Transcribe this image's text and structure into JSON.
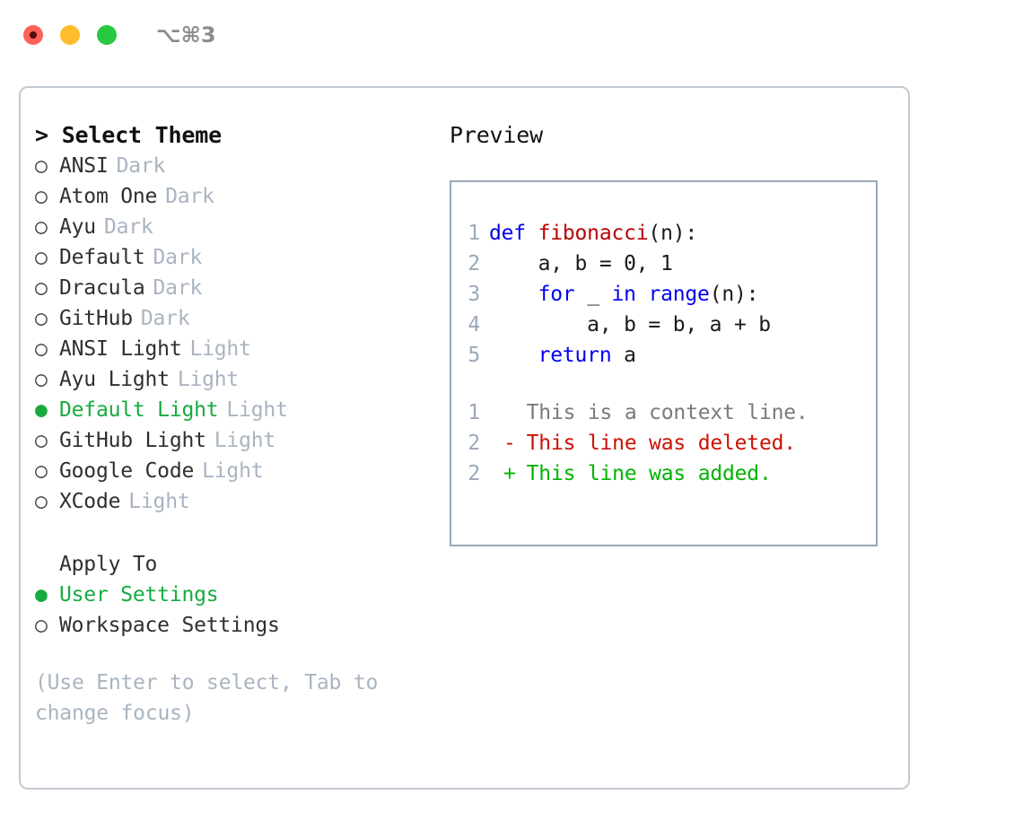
{
  "titlebar": {
    "shortcut": "⌥⌘3",
    "buttons": {
      "close": "close",
      "minimize": "minimize",
      "maximize": "maximize"
    }
  },
  "theme_panel": {
    "header": "> Select Theme",
    "themes": [
      {
        "marker": "○",
        "name": "ANSI",
        "tag": "Dark",
        "selected": false
      },
      {
        "marker": "○",
        "name": "Atom One",
        "tag": "Dark",
        "selected": false
      },
      {
        "marker": "○",
        "name": "Ayu",
        "tag": "Dark",
        "selected": false
      },
      {
        "marker": "○",
        "name": "Default",
        "tag": "Dark",
        "selected": false
      },
      {
        "marker": "○",
        "name": "Dracula",
        "tag": "Dark",
        "selected": false
      },
      {
        "marker": "○",
        "name": "GitHub",
        "tag": "Dark",
        "selected": false
      },
      {
        "marker": "○",
        "name": "ANSI Light",
        "tag": "Light",
        "selected": false
      },
      {
        "marker": "○",
        "name": "Ayu Light",
        "tag": "Light",
        "selected": false
      },
      {
        "marker": "●",
        "name": "Default Light",
        "tag": "Light",
        "selected": true
      },
      {
        "marker": "○",
        "name": "GitHub Light",
        "tag": "Light",
        "selected": false
      },
      {
        "marker": "○",
        "name": "Google Code",
        "tag": "Light",
        "selected": false
      },
      {
        "marker": "○",
        "name": "XCode",
        "tag": "Light",
        "selected": false
      }
    ],
    "apply_to_header": "Apply To",
    "apply_to_options": [
      {
        "marker": "●",
        "name": "User Settings",
        "selected": true
      },
      {
        "marker": "○",
        "name": "Workspace Settings",
        "selected": false
      }
    ],
    "hint": "(Use Enter to select, Tab to change focus)"
  },
  "preview_panel": {
    "title": "Preview",
    "code_lines": [
      {
        "num": "1",
        "tokens": [
          {
            "t": "def ",
            "k": "kw"
          },
          {
            "t": "fibonacci",
            "k": "fn"
          },
          {
            "t": "(n):",
            "k": "pl"
          }
        ]
      },
      {
        "num": "2",
        "tokens": [
          {
            "t": "    a, b = 0, 1",
            "k": "pl"
          }
        ]
      },
      {
        "num": "3",
        "tokens": [
          {
            "t": "    ",
            "k": "pl"
          },
          {
            "t": "for",
            "k": "kw"
          },
          {
            "t": " _ ",
            "k": "pl"
          },
          {
            "t": "in",
            "k": "kw"
          },
          {
            "t": " ",
            "k": "pl"
          },
          {
            "t": "range",
            "k": "bi"
          },
          {
            "t": "(n):",
            "k": "pl"
          }
        ]
      },
      {
        "num": "4",
        "tokens": [
          {
            "t": "        a, b = b, a + b",
            "k": "pl"
          }
        ]
      },
      {
        "num": "5",
        "tokens": [
          {
            "t": "    ",
            "k": "pl"
          },
          {
            "t": "return",
            "k": "kw"
          },
          {
            "t": " a",
            "k": "pl"
          }
        ]
      }
    ],
    "diff_lines": [
      {
        "num": "1",
        "marker": " ",
        "text": "This is a context line.",
        "kind": "ctx"
      },
      {
        "num": "2",
        "marker": "-",
        "text": "This line was deleted.",
        "kind": "del"
      },
      {
        "num": "2",
        "marker": "+",
        "text": "This line was added.",
        "kind": "add"
      }
    ]
  },
  "colors": {
    "accent_green": "#17ab3f",
    "tag_gray": "#a9b4c1",
    "border_gray": "#c3c9d2",
    "preview_border": "#9aa8b9",
    "keyword_blue": "#0000ee",
    "function_red": "#bb0000",
    "diff_deleted": "#cc1100",
    "diff_added": "#00b300",
    "traffic_close": "#ff6058",
    "traffic_min": "#ffbd2e",
    "traffic_max": "#28c840"
  }
}
